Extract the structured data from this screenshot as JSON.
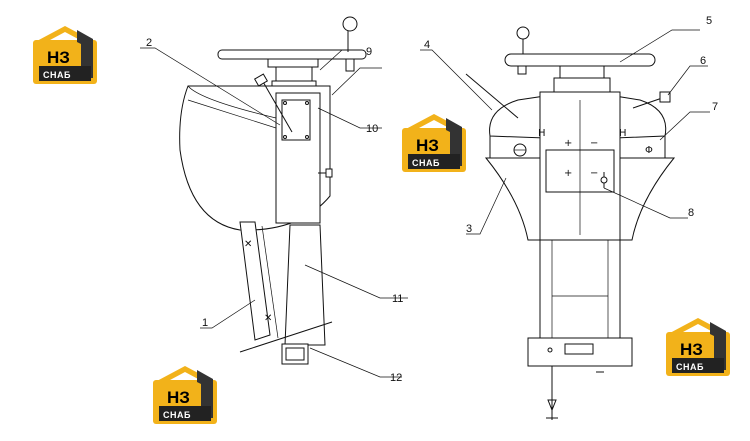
{
  "watermark": {
    "top_text": "НЗ",
    "bottom_text": "СНАБ",
    "colors": {
      "yellow": "#f2b21a",
      "dark": "#333333"
    }
  },
  "callouts": {
    "c1": "1",
    "c2": "2",
    "c3": "3",
    "c4": "4",
    "c5": "5",
    "c6": "6",
    "c7": "7",
    "c8": "8",
    "c9": "9",
    "c10": "10",
    "c11": "11",
    "c12": "12"
  },
  "marks": {
    "left_h": "H",
    "right_h": "H",
    "plus_a": "+",
    "minus_a": "−",
    "plus_b": "+",
    "minus_b": "−",
    "phi": "Φ"
  }
}
